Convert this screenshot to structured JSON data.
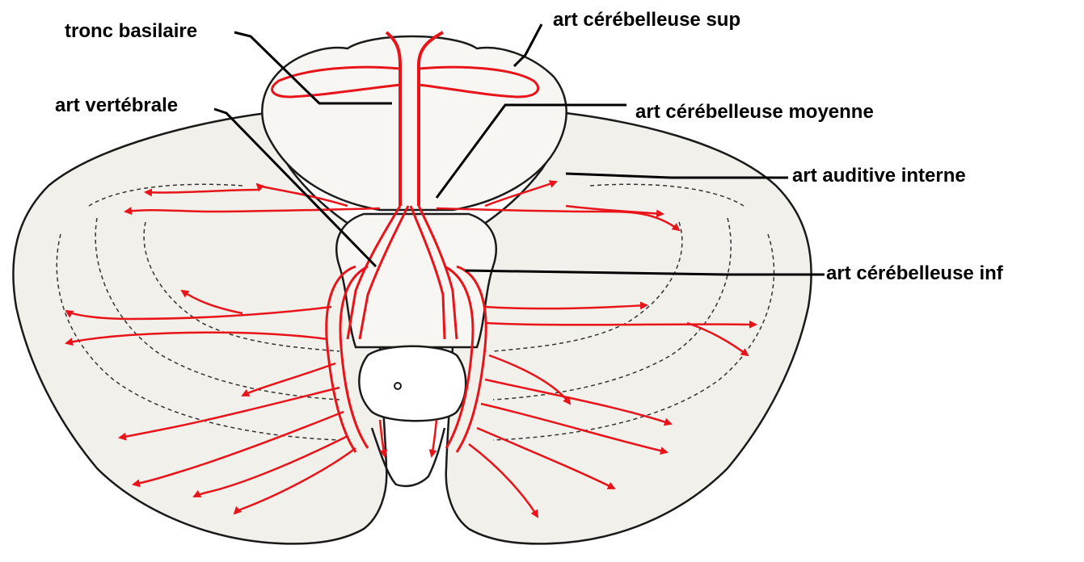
{
  "labels": {
    "tronc_basilaire": "tronc basilaire",
    "art_cerebelleuse_sup": "art cérébelleuse sup",
    "art_vertebrale": "art vertébrale",
    "art_cerebelleuse_moyenne": "art cérébelleuse  moyenne",
    "art_auditive_interne": "art auditive interne",
    "art_cerebelleuse_inf": "art cérébelleuse inf"
  },
  "colors": {
    "artery": "#e8141a",
    "outline": "#1a1a1a",
    "tissue": "#f2f0ea",
    "leader_line": "#000000"
  }
}
